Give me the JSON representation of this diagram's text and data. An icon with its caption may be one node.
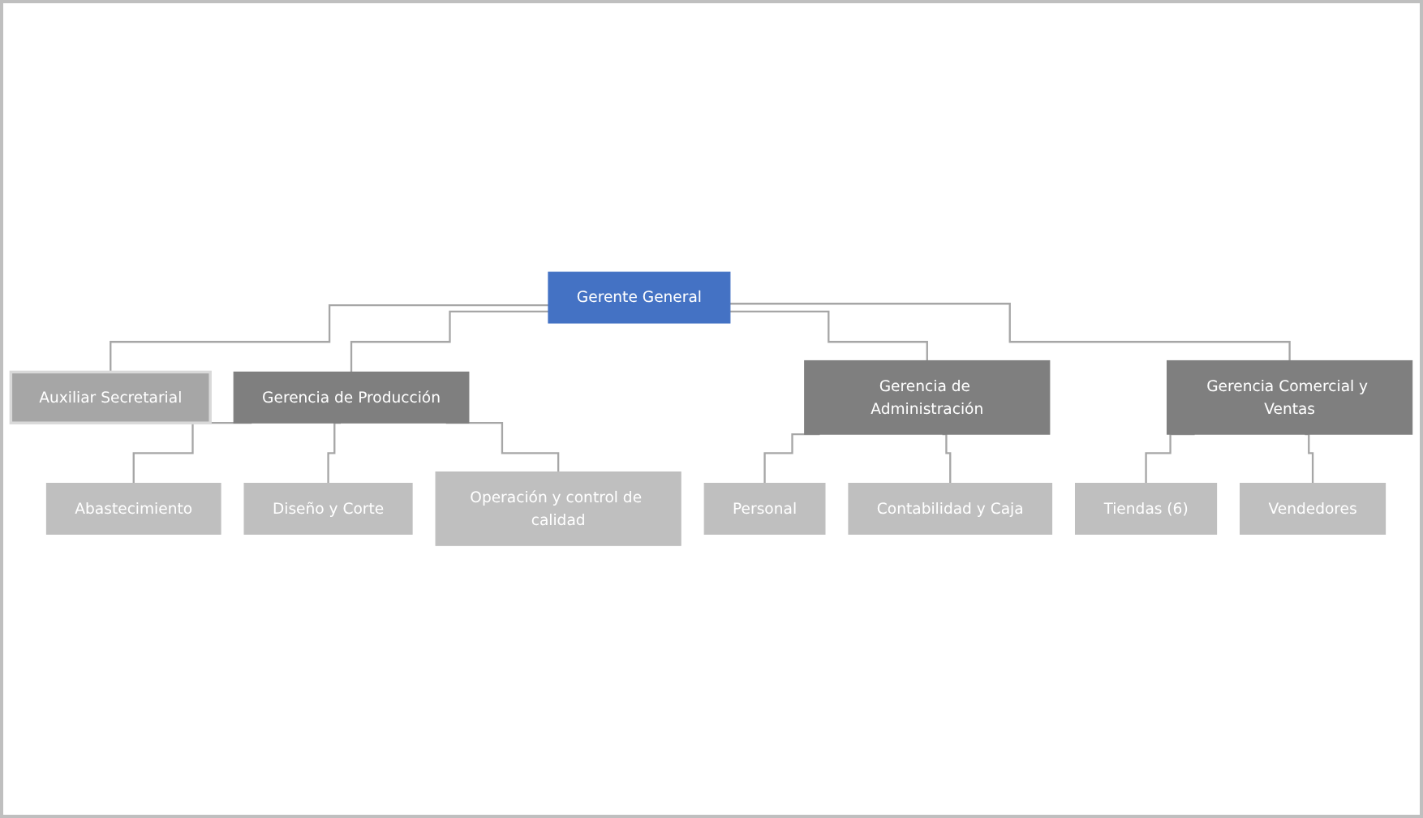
{
  "diagram": {
    "nodes": [
      {
        "text": [
          "Gerente General"
        ]
      },
      {
        "text": [
          "Auxiliar Secretarial"
        ]
      },
      {
        "text": [
          "Gerencia de Producción"
        ]
      },
      {
        "text": [
          "Gerencia de Administración"
        ]
      },
      {
        "text": [
          "Gerencia Comercial y Ventas"
        ]
      },
      {
        "text": [
          "Abastecimiento"
        ]
      },
      {
        "text": [
          "Diseño y Corte"
        ]
      },
      {
        "text": [
          "Operación y control de calidad"
        ]
      },
      {
        "text": [
          "Personal"
        ]
      },
      {
        "text": [
          "Contabilidad y Caja"
        ]
      },
      {
        "text": [
          "Tiendas (6)"
        ]
      },
      {
        "text": [
          "Vendedores"
        ]
      }
    ],
    "edges": [
      {
        "from": 0,
        "to": 1,
        "arrow": "none"
      },
      {
        "from": 0,
        "to": 2,
        "arrow": "none"
      },
      {
        "from": 0,
        "to": 3,
        "arrow": "none"
      },
      {
        "from": 0,
        "to": 4,
        "arrow": "none"
      },
      {
        "from": 2,
        "to": 5,
        "arrow": "none"
      },
      {
        "from": 2,
        "to": 6,
        "arrow": "none"
      },
      {
        "from": 2,
        "to": 7,
        "arrow": "none"
      },
      {
        "from": 3,
        "to": 8,
        "arrow": "none"
      },
      {
        "from": 3,
        "to": 9,
        "arrow": "none"
      },
      {
        "from": 4,
        "to": 10,
        "arrow": "none"
      },
      {
        "from": 4,
        "to": 11,
        "arrow": "none"
      }
    ]
  }
}
